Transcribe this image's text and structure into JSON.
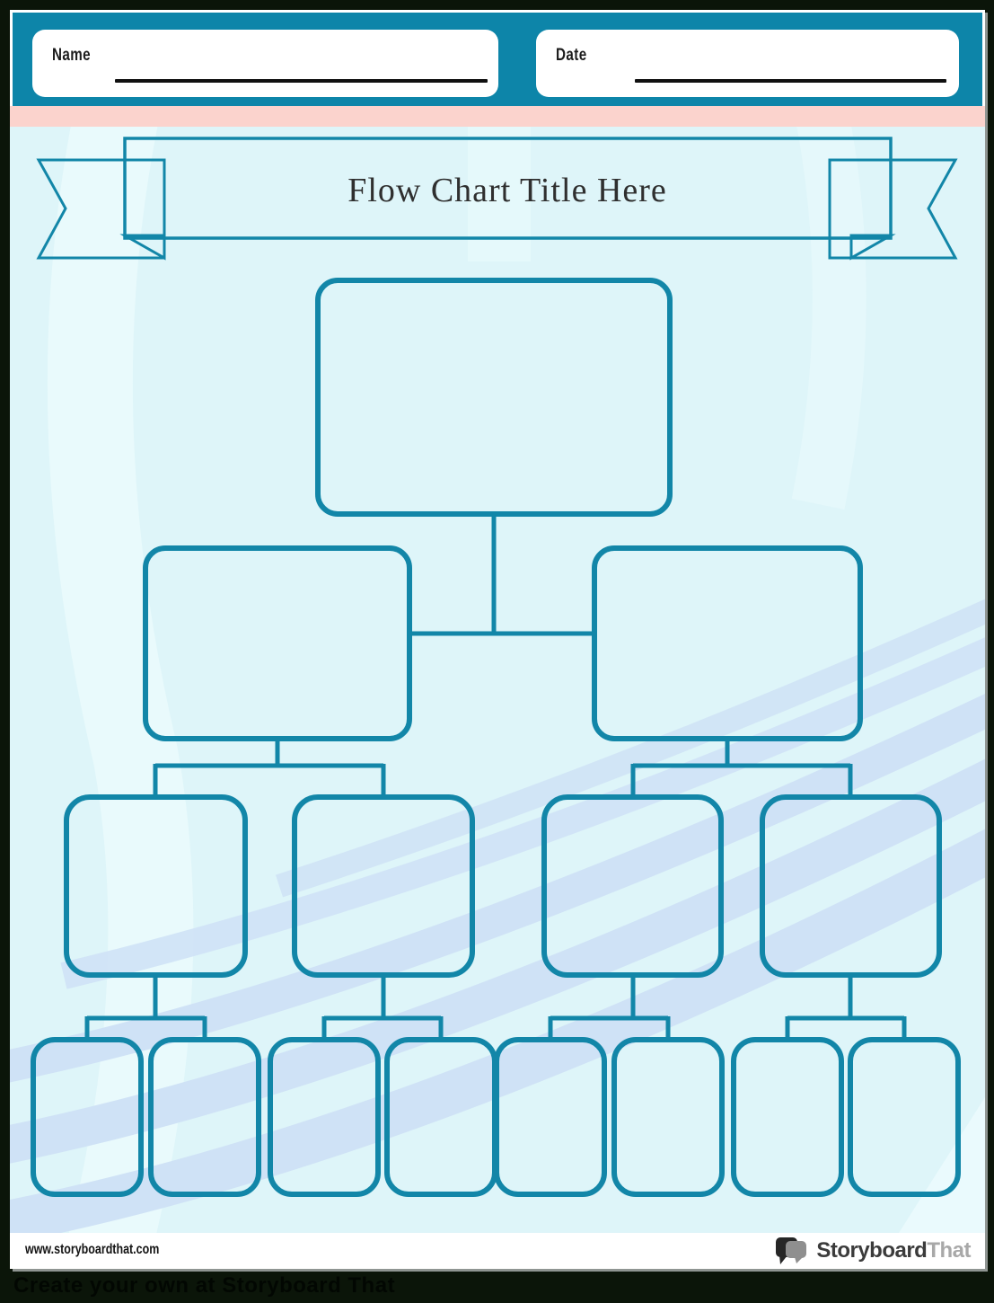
{
  "header": {
    "name_label": "Name",
    "date_label": "Date"
  },
  "banner": {
    "title": "Flow Chart Title Here",
    "fill": "#fcc5e1",
    "ribbon_fill": "#cf9ab3",
    "ribbon_fold_fill": "#b27f9b"
  },
  "flowchart": {
    "outline_color": "#1286a8",
    "levels": [
      {
        "level": 1,
        "boxes": 1,
        "fill": "#fdc9c5"
      },
      {
        "level": 2,
        "boxes": 2,
        "fill": "#fcdcc0"
      },
      {
        "level": 3,
        "boxes": 4,
        "fill": "#fdf0cb"
      },
      {
        "level": 4,
        "boxes": 8,
        "fill": "#f3f8d9"
      }
    ]
  },
  "footer": {
    "website": "www.storyboardthat.com",
    "logo": {
      "part1": "Storyboard",
      "part2": "That"
    }
  },
  "watermark": {
    "text": "Create your own at Storyboard That"
  },
  "colors": {
    "header_teal": "#0d85a9",
    "accent_stripe": "#fbd3cd",
    "content_background": "#def5f9",
    "swoosh_blue": "#cfe2f6",
    "swoosh_light": "#ebfbfd",
    "page_shadow": "#8f9592",
    "surround": "#0b1509"
  }
}
